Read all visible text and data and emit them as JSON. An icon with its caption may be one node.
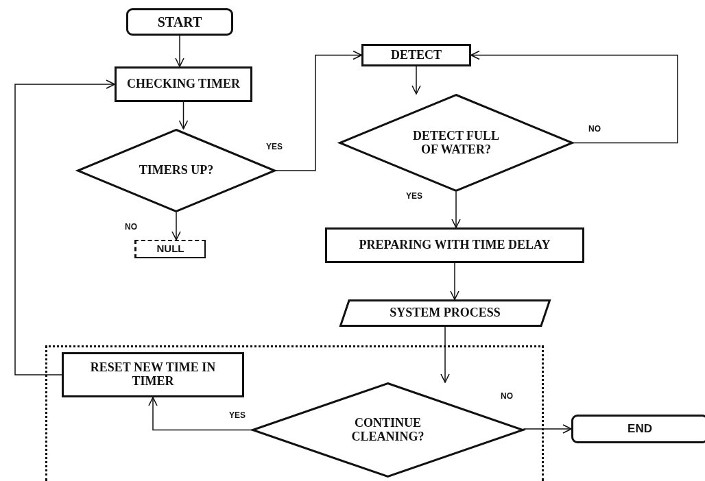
{
  "diagram": {
    "nodes": [
      {
        "text": [
          "START"
        ]
      },
      {
        "text": [
          "CHECKING TIMER"
        ]
      },
      {
        "text": [
          "TIMERS UP?"
        ]
      },
      {
        "text": [
          "NULL"
        ]
      },
      {
        "text": [
          "DETECT"
        ]
      },
      {
        "text": [
          "DETECT FULL OF WATER?"
        ]
      },
      {
        "text": [
          "PREPARING WITH TIME DELAY"
        ]
      },
      {
        "text": [
          "SYSTEM PROCESS"
        ]
      },
      {
        "text": [],
        "shape": "box"
      },
      {
        "text": [
          "RESET NEW TIME IN TIMER"
        ],
        "in": 8
      },
      {
        "text": [
          "CONTINUE CLEANING?"
        ],
        "in": 8
      },
      {
        "text": [
          "END"
        ]
      }
    ],
    "edges": [
      {
        "from": 0,
        "to": 1,
        "arrow": "to"
      },
      {
        "from": 1,
        "to": 2,
        "arrow": "to"
      },
      {
        "from": 2,
        "to": 4,
        "arrow": "to",
        "label": "YES"
      },
      {
        "from": 2,
        "to": 3,
        "arrow": "to",
        "label": "NO"
      },
      {
        "from": 4,
        "to": 5,
        "arrow": "to"
      },
      {
        "from": 5,
        "to": 4,
        "arrow": "to",
        "label": "NO"
      },
      {
        "from": 5,
        "to": 6,
        "arrow": "to",
        "label": "YES"
      },
      {
        "from": 6,
        "to": 7,
        "arrow": "to"
      },
      {
        "from": 7,
        "to": 10,
        "arrow": "to"
      },
      {
        "from": 10,
        "to": 11,
        "arrow": "to",
        "label": "NO"
      },
      {
        "from": 10,
        "to": 9,
        "arrow": "to",
        "label": "YES"
      },
      {
        "from": 9,
        "to": 1,
        "arrow": "to"
      }
    ]
  }
}
